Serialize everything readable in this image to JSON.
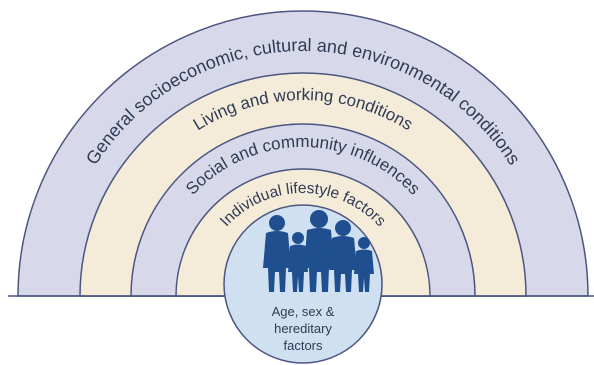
{
  "diagram": {
    "layers": [
      {
        "label": "General socioeconomic, cultural and environmental conditions",
        "fill": "#d7d9ea"
      },
      {
        "label": "Living and working conditions",
        "fill": "#f4ecd9"
      },
      {
        "label": "Social and community influences",
        "fill": "#d7d9ea"
      },
      {
        "label": "Individual lifestyle factors",
        "fill": "#f4ecd9"
      }
    ],
    "core": {
      "line1": "Age, sex &",
      "line2": "hereditary",
      "line3": "factors",
      "fill": "#cfe1f1"
    },
    "colors": {
      "outline": "#4b5680",
      "text": "#2f3a55",
      "figures": "#1f4f8f"
    },
    "icons": [
      "family-silhouette-icon"
    ]
  }
}
